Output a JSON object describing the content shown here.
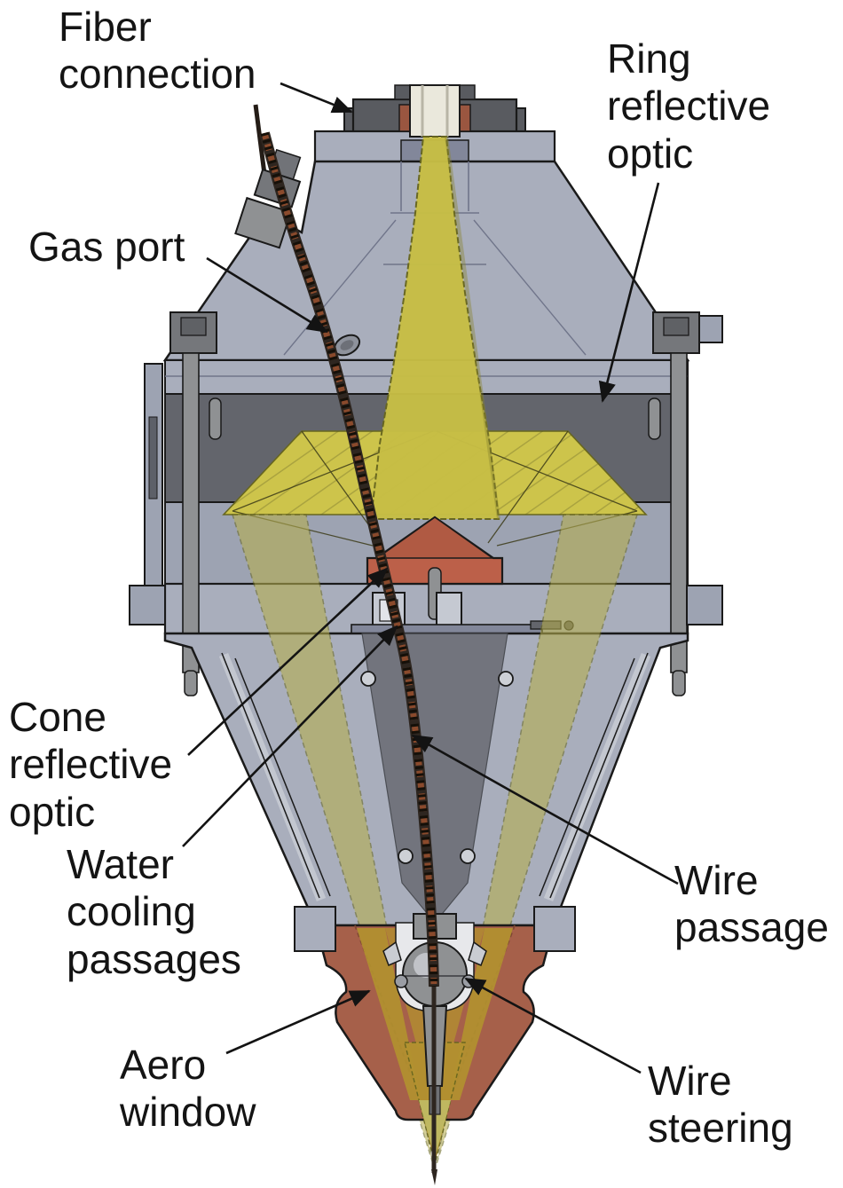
{
  "diagram": {
    "type": "cad-cross-section",
    "subject": "laser-wire-deposition-head",
    "labels": [
      {
        "id": "fiber-connection",
        "text": "Fiber\nconnection"
      },
      {
        "id": "ring-reflective-optic",
        "text": "Ring\nreflective\noptic"
      },
      {
        "id": "gas-port",
        "text": "Gas port"
      },
      {
        "id": "cone-reflective-optic",
        "text": "Cone\nreflective\noptic"
      },
      {
        "id": "water-cooling-passages",
        "text": "Water\ncooling\npassages"
      },
      {
        "id": "wire-passage",
        "text": "Wire\npassage"
      },
      {
        "id": "aero-window",
        "text": "Aero\nwindow"
      },
      {
        "id": "wire-steering",
        "text": "Wire\nsteering"
      }
    ],
    "colors": {
      "label_text": "#141414",
      "leader": "#131313",
      "line": "#1a1a1a",
      "body": "#a9aebc",
      "body2": "#9da3b2",
      "body3": "#c3c7d0",
      "body_shadow": "#82879a",
      "body_line": "#70758a",
      "dark": "#63656c",
      "dark2": "#595b60",
      "dark3": "#6e7078",
      "steel": "#8f9193",
      "steel2": "#75777b",
      "ferrule": "#eae8dc",
      "copper2": "#9a5640",
      "beam": "#c7be45",
      "beam_band": "#cdc44b",
      "beam_flank": "#b6ae4e",
      "beam_deep": "#b3922f",
      "beam_pale": "#c0bb66",
      "beam_line": "#67661f",
      "optic": "#bc6049",
      "optic_dark": "#b05a43",
      "nozzle": "#a6604a",
      "wire": "#2e2620",
      "wire_hi": "#8a4a2c"
    }
  }
}
